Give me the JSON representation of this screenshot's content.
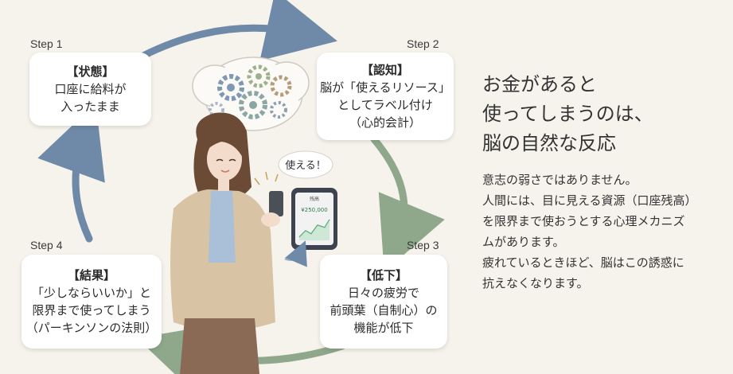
{
  "steps": [
    {
      "step_label": "Step 1",
      "title": "【状態】",
      "lines": [
        "口座に給料が",
        "入ったまま"
      ]
    },
    {
      "step_label": "Step 2",
      "title": "【認知】",
      "lines": [
        "脳が「使えるリソース」",
        "としてラベル付け",
        "（心的会計）"
      ]
    },
    {
      "step_label": "Step 3",
      "title": "【低下】",
      "lines": [
        "日々の疲労で",
        "前頭葉（自制心）の",
        "機能が低下"
      ]
    },
    {
      "step_label": "Step 4",
      "title": "【結果】",
      "lines": [
        "「少しならいいか」と",
        "限界まで使ってしまう",
        "（パーキンソンの法則）"
      ]
    }
  ],
  "speech_bubble": "使える！",
  "phone": {
    "app_label": "残高",
    "balance": "¥250,000"
  },
  "headline": [
    "お金があると",
    "使ってしまうのは、",
    "脳の自然な反応"
  ],
  "body": [
    "意志の弱さではありません。",
    "人間には、目に見える資源（口座残高）",
    "を限界まで使おうとする心理メカニズ",
    "ムがあります。",
    "疲れているときほど、脳はこの誘惑に",
    "抗えなくなります。"
  ],
  "colors": {
    "background": "#f6f3ec",
    "arrow_blue": "#6f8aa8",
    "arrow_green": "#8fa88c",
    "card": "#ffffff"
  }
}
